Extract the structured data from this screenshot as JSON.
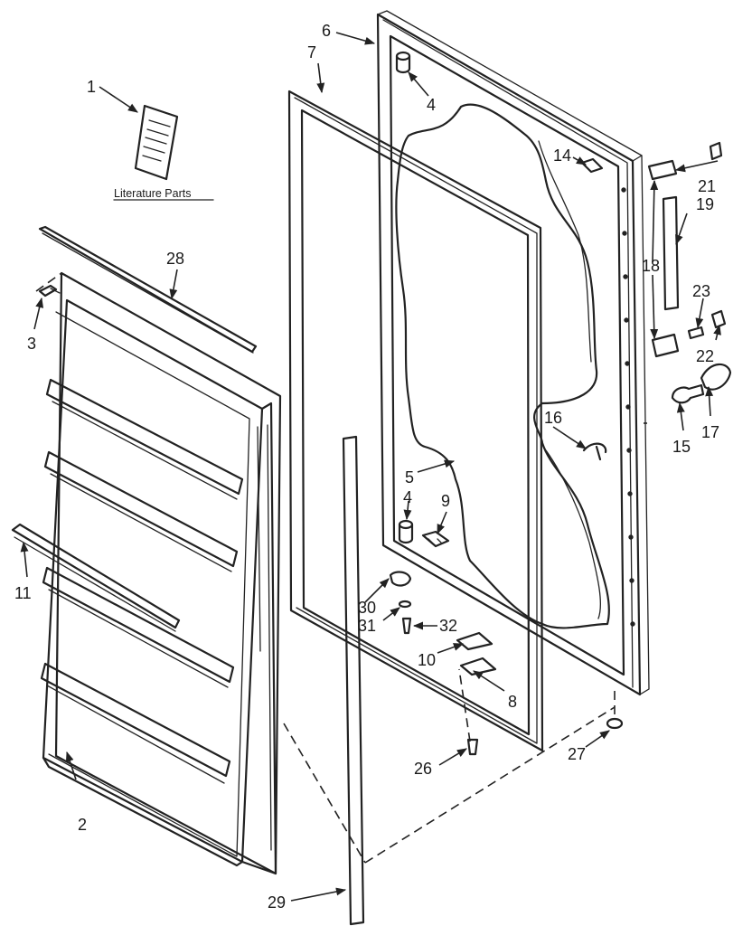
{
  "literature_label": "Literature Parts",
  "callouts": {
    "p1": "1",
    "p2": "2",
    "p3": "3",
    "p4a": "4",
    "p4b": "4",
    "p5": "5",
    "p6": "6",
    "p7": "7",
    "p8": "8",
    "p9": "9",
    "p10": "10",
    "p11": "11",
    "p14": "14",
    "p15": "15",
    "p16": "16",
    "p17": "17",
    "p18": "18",
    "p19": "19",
    "p21": "21",
    "p22": "22",
    "p23": "23",
    "p26": "26",
    "p27": "27",
    "p28": "28",
    "p29": "29",
    "p30": "30",
    "p31": "31",
    "p32": "32"
  }
}
